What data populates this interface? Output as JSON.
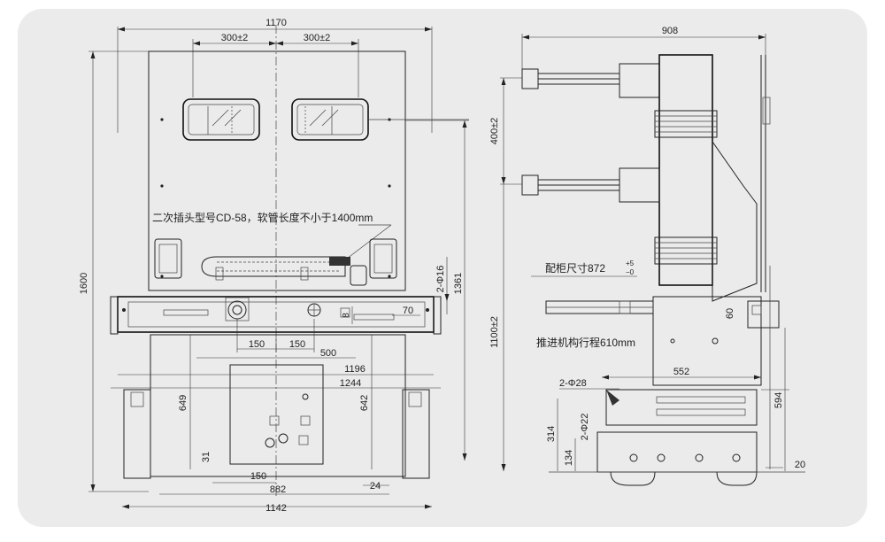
{
  "front": {
    "dims": {
      "w1170": "1170",
      "pm300a": "300±2",
      "pm300b": "300±2",
      "h1600": "1600",
      "h1361": "1361",
      "phi16": "2-Φ16",
      "d70": "70",
      "d8": "8",
      "d150a": "150",
      "d150b": "150",
      "d500": "500",
      "d1196": "1196",
      "d1244": "1244",
      "d649": "649",
      "d642": "642",
      "d31": "31",
      "d150c": "150",
      "d882": "882",
      "d24": "24",
      "d1142": "1142"
    },
    "note": "二次插头型号CD-58，软管长度不小于1400mm"
  },
  "side": {
    "dims": {
      "w908": "908",
      "v400": "400±2",
      "v1100": "1100±2",
      "d60": "60",
      "d552": "552",
      "phi28": "2-Φ28",
      "phi22": "2-Φ22",
      "d594": "594",
      "d314": "314",
      "d134": "134",
      "d20": "20"
    },
    "fit_label": "配柜尺寸872",
    "tol_plus": "+5",
    "tol_minus": "−0",
    "travel_label": "推进机构行程610mm"
  }
}
